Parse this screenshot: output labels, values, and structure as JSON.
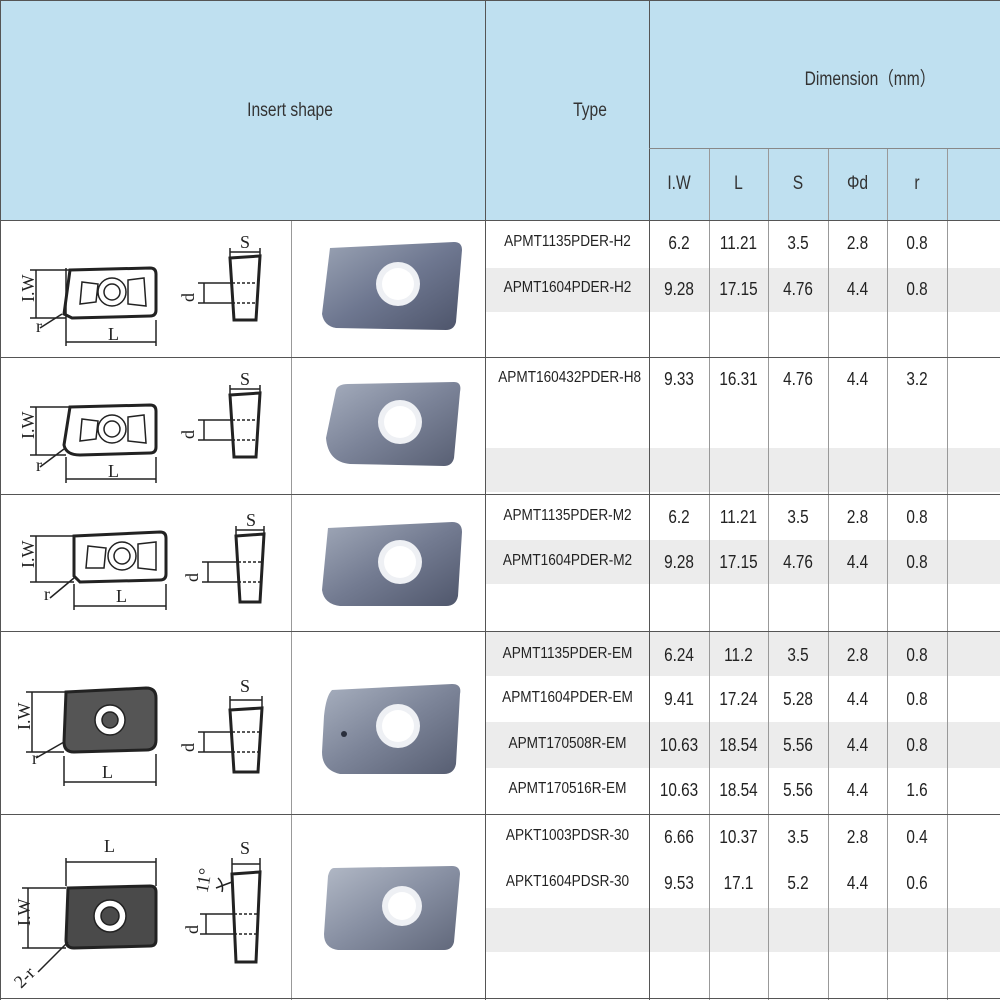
{
  "header": {
    "insert_shape": "Insert shape",
    "type": "Type",
    "dimension": "Dimension（mm）",
    "columns": [
      "I.W",
      "L",
      "S",
      "Φd",
      "r"
    ]
  },
  "drawing_labels": {
    "iw": "I.W",
    "l": "L",
    "s": "S",
    "d": "d",
    "r": "r",
    "two_r": "2-r",
    "angle": "11°"
  },
  "groups": [
    {
      "rows": [
        {
          "type": "APMT1135PDER-H2",
          "iw": "6.2",
          "l": "11.21",
          "s": "3.5",
          "d": "2.8",
          "r": "0.8"
        },
        {
          "type": "APMT1604PDER-H2",
          "iw": "9.28",
          "l": "17.15",
          "s": "4.76",
          "d": "4.4",
          "r": "0.8"
        }
      ]
    },
    {
      "rows": [
        {
          "type": "APMT160432PDER-H8",
          "iw": "9.33",
          "l": "16.31",
          "s": "4.76",
          "d": "4.4",
          "r": "3.2"
        }
      ]
    },
    {
      "rows": [
        {
          "type": "APMT1135PDER-M2",
          "iw": "6.2",
          "l": "11.21",
          "s": "3.5",
          "d": "2.8",
          "r": "0.8"
        },
        {
          "type": "APMT1604PDER-M2",
          "iw": "9.28",
          "l": "17.15",
          "s": "4.76",
          "d": "4.4",
          "r": "0.8"
        }
      ]
    },
    {
      "rows": [
        {
          "type": "APMT1135PDER-EM",
          "iw": "6.24",
          "l": "11.2",
          "s": "3.5",
          "d": "2.8",
          "r": "0.8"
        },
        {
          "type": "APMT1604PDER-EM",
          "iw": "9.41",
          "l": "17.24",
          "s": "5.28",
          "d": "4.4",
          "r": "0.8"
        },
        {
          "type": "APMT170508R-EM",
          "iw": "10.63",
          "l": "18.54",
          "s": "5.56",
          "d": "4.4",
          "r": "0.8"
        },
        {
          "type": "APMT170516R-EM",
          "iw": "10.63",
          "l": "18.54",
          "s": "5.56",
          "d": "4.4",
          "r": "1.6"
        }
      ]
    },
    {
      "rows": [
        {
          "type": "APKT1003PDSR-30",
          "iw": "6.66",
          "l": "10.37",
          "s": "3.5",
          "d": "2.8",
          "r": "0.4"
        },
        {
          "type": "APKT1604PDSR-30",
          "iw": "9.53",
          "l": "17.1",
          "s": "5.2",
          "d": "4.4",
          "r": "0.6"
        }
      ]
    }
  ]
}
